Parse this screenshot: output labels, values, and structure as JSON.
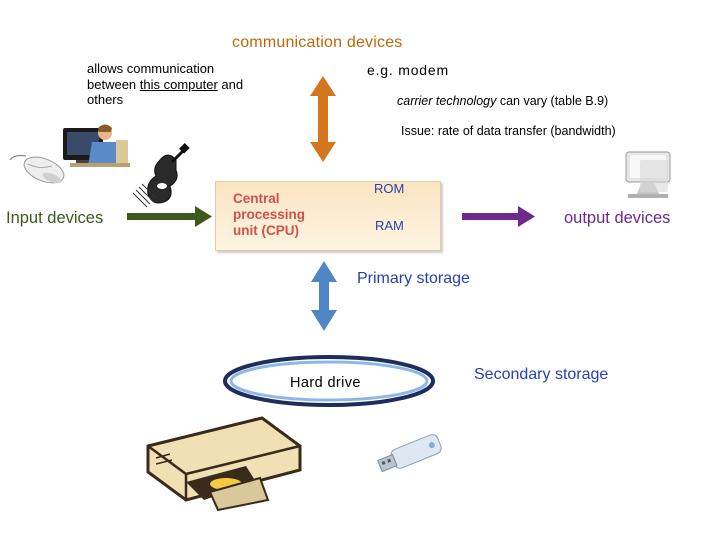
{
  "title": "communication devices",
  "allows": {
    "line1": "allows communication",
    "line2_pre": "between ",
    "line2_underlined": "this computer",
    "line2_post": " and",
    "line3": "others"
  },
  "modem": "e.g. modem",
  "carrier": {
    "italic": "carrier technology",
    "rest": " can vary (table B.9)"
  },
  "issue": "Issue: rate of data transfer (bandwidth)",
  "input_devices": "Input devices",
  "output_devices": "output devices",
  "cpu": {
    "line1": "Central",
    "line2": "processing",
    "line3": "unit (CPU)"
  },
  "rom": "ROM",
  "ram": "RAM",
  "primary_storage": "Primary storage",
  "hard_drive": "Hard drive",
  "secondary_storage": "Secondary storage",
  "colors": {
    "title": "#c0650a",
    "comm_arrow": "#d4761e",
    "input_arrow": "#3d5a1e",
    "output_arrow": "#6b2a8c",
    "storage_arrow": "#4f86c6",
    "storage_text": "#2a40b0",
    "cpu_text": "#d05050"
  },
  "icons": [
    "computer-user-icon",
    "mouse-icon",
    "guitar-icon",
    "monitor-icon",
    "cd-drive-icon",
    "usb-drive-icon"
  ]
}
